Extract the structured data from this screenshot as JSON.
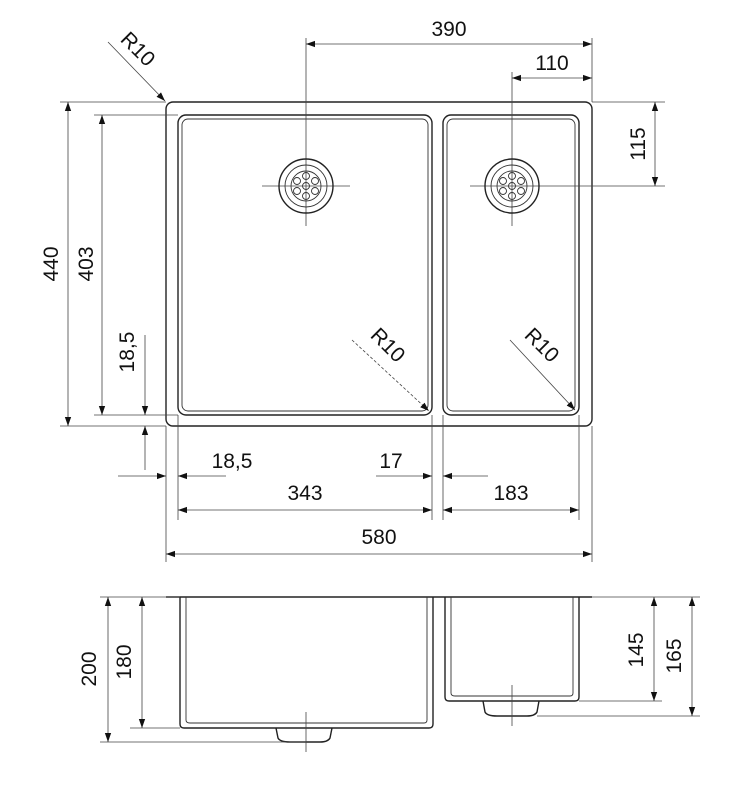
{
  "plan": {
    "overall_width": "580",
    "overall_depth": "440",
    "inner_depth": "403",
    "left_bowl_width": "343",
    "right_bowl_width": "183",
    "left_margin": "18,5",
    "bottom_margin": "18,5",
    "divider_width": "17",
    "left_drain_offset": "390",
    "right_drain_offset": "110",
    "drain_from_top": "115",
    "outer_radius": "R10",
    "left_bowl_radius": "R10",
    "right_bowl_radius": "R10"
  },
  "section": {
    "left_total_height": "200",
    "left_bowl_depth": "180",
    "right_bowl_depth": "145",
    "right_total_height": "165"
  },
  "colors": {
    "line": "#222222",
    "text": "#111111",
    "background": "#ffffff"
  }
}
